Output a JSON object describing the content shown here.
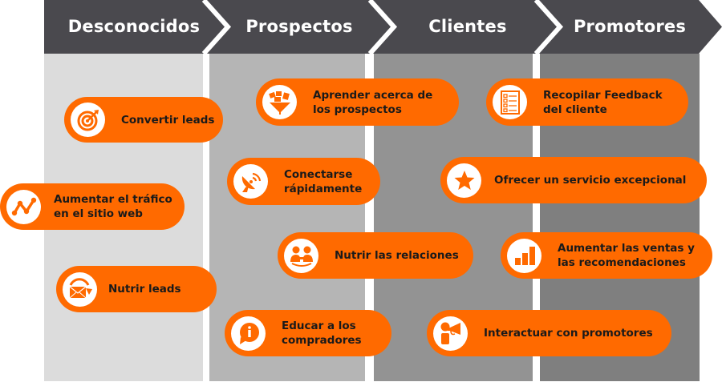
{
  "colors": {
    "header": "#4a494e",
    "accent": "#ff6a00",
    "stage_backgrounds": [
      "#dcdcdc",
      "#b5b5b5",
      "#939393",
      "#7f7f7f"
    ]
  },
  "stages": [
    {
      "title": "Desconocidos"
    },
    {
      "title": "Prospectos"
    },
    {
      "title": "Clientes"
    },
    {
      "title": "Promotores"
    }
  ],
  "actions": [
    {
      "stage": "Desconocidos",
      "icon": "target-icon",
      "line1": "Convertir leads",
      "line2": ""
    },
    {
      "stage": "Desconocidos",
      "icon": "trend-line-icon",
      "line1": "Aumentar el tráfico",
      "line2": "en el sitio web"
    },
    {
      "stage": "Desconocidos",
      "icon": "email-refresh-icon",
      "line1": "Nutrir leads",
      "line2": ""
    },
    {
      "stage": "Prospectos",
      "icon": "funnel-icon",
      "line1": "Aprender acerca de",
      "line2": "los prospectos"
    },
    {
      "stage": "Prospectos",
      "icon": "satellite-dish-icon",
      "line1": "Conectarse",
      "line2": "rápidamente"
    },
    {
      "stage": "Prospectos",
      "icon": "people-handshake-icon",
      "line1": "Nutrir las relaciones",
      "line2": ""
    },
    {
      "stage": "Prospectos",
      "icon": "info-bubble-icon",
      "line1": "Educar a los",
      "line2": "compradores"
    },
    {
      "stage": "Promotores",
      "icon": "checklist-icon",
      "line1": "Recopilar Feedback",
      "line2": "del cliente"
    },
    {
      "stage": "Clientes",
      "icon": "star-icon",
      "line1": "Ofrecer un servicio excepcional",
      "line2": ""
    },
    {
      "stage": "Promotores",
      "icon": "bar-chart-icon",
      "line1": "Aumentar las ventas y",
      "line2": "las recomendaciones"
    },
    {
      "stage": "Clientes",
      "icon": "megaphone-person-icon",
      "line1": "Interactuar con promotores",
      "line2": ""
    }
  ]
}
